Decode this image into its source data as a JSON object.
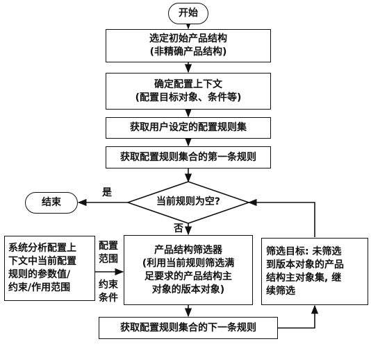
{
  "nodes": {
    "start": "开始",
    "select_initial": "选定初始产品结构\n(非精确产品结构)",
    "determine_context": "确定配置上下文\n(配置目标对象、条件等)",
    "get_rule_set": "获取用户设定的配置规则集",
    "get_first_rule": "获取配置规则集合的第一条规则",
    "decision": "当前规则为空?",
    "end": "结束",
    "context_analysis": "系统分析配置上\n下文中当前配置\n规则的参数值/\n约束/作用范围",
    "filter": "产品结构筛选器\n(利用当前规则筛选满\n足要求的产品结构主\n对象的版本对象)",
    "filter_target": "筛选目标: 未筛选\n到版本对象的产品\n结构主对象集, 继\n续筛选",
    "get_next_rule": "获取配置规则集合的下一条规则"
  },
  "edge_labels": {
    "yes": "是",
    "no": "否",
    "config_scope": "配置\n范围",
    "constraint_condition": "约束\n条件"
  }
}
